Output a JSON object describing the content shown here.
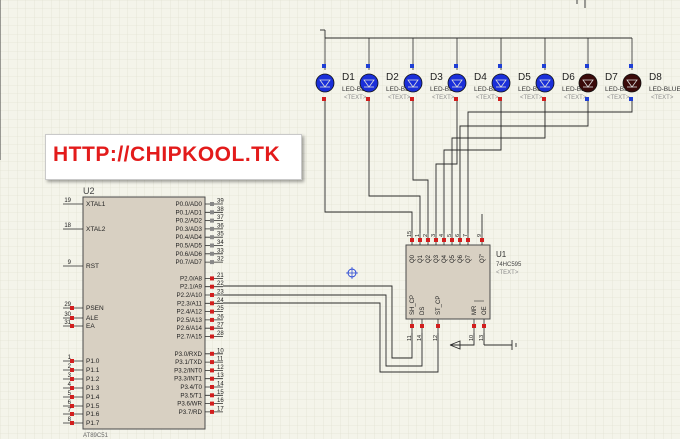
{
  "banner": {
    "text": "HTTP://CHIPKOOL.TK",
    "color": "#e31b1b"
  },
  "colors": {
    "wire": "#2b2b2b",
    "chip_fill": "#d8d0c2",
    "chip_border": "#4a4a4a",
    "pin_red": "#d21e1e",
    "pin_blue": "#1f3fd6",
    "led_blue": "#1a2fd9",
    "led_dark": "#3a0a0a",
    "text_ghost": "#8c8c8c",
    "grid": "#dcdccc"
  },
  "mcu": {
    "ref": "U2",
    "part": "AT89C51",
    "left_pins": [
      {
        "num": "19",
        "name": "XTAL1"
      },
      {
        "num": "18",
        "name": "XTAL2"
      },
      {
        "num": "9",
        "name": "RST"
      },
      {
        "num": "29",
        "name": "PSEN"
      },
      {
        "num": "30",
        "name": "ALE"
      },
      {
        "num": "31",
        "name": "EA"
      },
      {
        "num": "1",
        "name": "P1.0"
      },
      {
        "num": "2",
        "name": "P1.1"
      },
      {
        "num": "3",
        "name": "P1.2"
      },
      {
        "num": "4",
        "name": "P1.3"
      },
      {
        "num": "5",
        "name": "P1.4"
      },
      {
        "num": "6",
        "name": "P1.5"
      },
      {
        "num": "7",
        "name": "P1.6"
      },
      {
        "num": "8",
        "name": "P1.7"
      }
    ],
    "right_pins": [
      {
        "num": "39",
        "name": "P0.0/AD0"
      },
      {
        "num": "38",
        "name": "P0.1/AD1"
      },
      {
        "num": "37",
        "name": "P0.2/AD2"
      },
      {
        "num": "36",
        "name": "P0.3/AD3"
      },
      {
        "num": "35",
        "name": "P0.4/AD4"
      },
      {
        "num": "34",
        "name": "P0.5/AD5"
      },
      {
        "num": "33",
        "name": "P0.6/AD6"
      },
      {
        "num": "32",
        "name": "P0.7/AD7"
      },
      {
        "num": "21",
        "name": "P2.0/A8"
      },
      {
        "num": "22",
        "name": "P2.1/A9"
      },
      {
        "num": "23",
        "name": "P2.2/A10"
      },
      {
        "num": "24",
        "name": "P2.3/A11"
      },
      {
        "num": "25",
        "name": "P2.4/A12"
      },
      {
        "num": "26",
        "name": "P2.5/A13"
      },
      {
        "num": "27",
        "name": "P2.6/A14"
      },
      {
        "num": "28",
        "name": "P2.7/A15"
      },
      {
        "num": "10",
        "name": "P3.0/RXD"
      },
      {
        "num": "11",
        "name": "P3.1/TXD"
      },
      {
        "num": "12",
        "name": "P3.2/INT0"
      },
      {
        "num": "13",
        "name": "P3.3/INT1"
      },
      {
        "num": "14",
        "name": "P3.4/T0"
      },
      {
        "num": "15",
        "name": "P3.5/T1"
      },
      {
        "num": "16",
        "name": "P3.6/WR"
      },
      {
        "num": "17",
        "name": "P3.7/RD"
      }
    ]
  },
  "shift_register": {
    "ref": "U1",
    "part": "74HC595",
    "top_pins": [
      {
        "num": "15",
        "name": "Q0"
      },
      {
        "num": "1",
        "name": "Q1"
      },
      {
        "num": "2",
        "name": "Q2"
      },
      {
        "num": "3",
        "name": "Q3"
      },
      {
        "num": "4",
        "name": "Q4"
      },
      {
        "num": "5",
        "name": "Q5"
      },
      {
        "num": "6",
        "name": "Q6"
      },
      {
        "num": "7",
        "name": "Q7"
      },
      {
        "num": "9",
        "name": "Q7'"
      }
    ],
    "bottom_pins": [
      {
        "num": "11",
        "name": "SH_CP"
      },
      {
        "num": "14",
        "name": "DS"
      },
      {
        "num": "12",
        "name": "ST_CP"
      },
      {
        "num": "10",
        "name": "MR"
      },
      {
        "num": "13",
        "name": "OE"
      }
    ]
  },
  "leds": [
    {
      "ref": "D1",
      "part": "LED-BLUE",
      "state": "on"
    },
    {
      "ref": "D2",
      "part": "LED-BLUE",
      "state": "on"
    },
    {
      "ref": "D3",
      "part": "LED-BLUE",
      "state": "on"
    },
    {
      "ref": "D4",
      "part": "LED-BLUE",
      "state": "on"
    },
    {
      "ref": "D5",
      "part": "LED-BLUE",
      "state": "on"
    },
    {
      "ref": "D6",
      "part": "LED-BLUE",
      "state": "on"
    },
    {
      "ref": "D7",
      "part": "LED-BLUE",
      "state": "off"
    },
    {
      "ref": "D8",
      "part": "LED-BLUE",
      "state": "off"
    }
  ],
  "led_text_placeholder": "<TEXT>",
  "sr_text_placeholder": "<TEXT>"
}
